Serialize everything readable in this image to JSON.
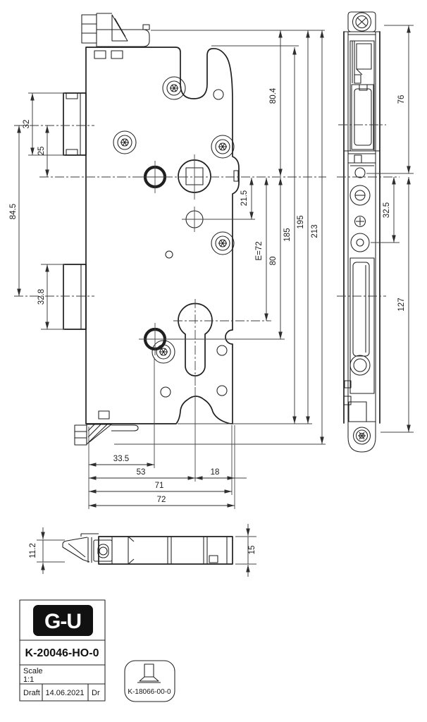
{
  "title_block": {
    "logo": "G-U",
    "part_number": "K-20046-HO-0",
    "scale_label": "Scale",
    "scale_value": "1:1",
    "row_draft": "Draft",
    "row_date": "14.06.2021",
    "row_drawer": "Dr"
  },
  "ref_box": {
    "code": "K-18066-00-0"
  },
  "dimensions": {
    "front_left": {
      "d32": "32",
      "d25": "25",
      "d845": "84.5",
      "d328": "32.8"
    },
    "front_mid": {
      "d804": "80.4",
      "d215": "21.5",
      "de72": "E=72",
      "d80": "80",
      "d185": "185",
      "d195": "195",
      "d213": "213"
    },
    "front_bottom": {
      "d335": "33.5",
      "d53": "53",
      "d18": "18",
      "d71": "71",
      "d72": "72"
    },
    "side_view": {
      "d76": "76",
      "d325": "32.5",
      "d127": "127"
    },
    "bottom_view": {
      "d112": "11.2",
      "d15": "15"
    }
  }
}
